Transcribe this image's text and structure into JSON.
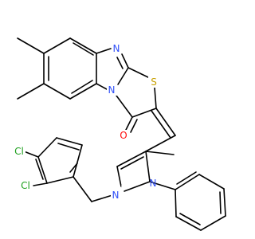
{
  "colors": {
    "bond": "#000000",
    "N": "#3050F8",
    "O": "#FF0D0D",
    "S": "#C8A000",
    "Cl": "#1FA01F",
    "background": "#FFFFFF"
  },
  "atoms": [
    {
      "id": "n_top",
      "symbol": "N",
      "color_key": "N"
    },
    {
      "id": "n_ring",
      "symbol": "N",
      "color_key": "N"
    },
    {
      "id": "s_ring",
      "symbol": "S",
      "color_key": "S"
    },
    {
      "id": "o_carbonyl",
      "symbol": "O",
      "color_key": "O"
    },
    {
      "id": "n_pyrazole1",
      "symbol": "N",
      "color_key": "N"
    },
    {
      "id": "n_pyrazole2",
      "symbol": "N",
      "color_key": "N"
    },
    {
      "id": "cl_1",
      "symbol": "Cl",
      "color_key": "Cl"
    },
    {
      "id": "cl_2",
      "symbol": "Cl",
      "color_key": "Cl"
    }
  ]
}
